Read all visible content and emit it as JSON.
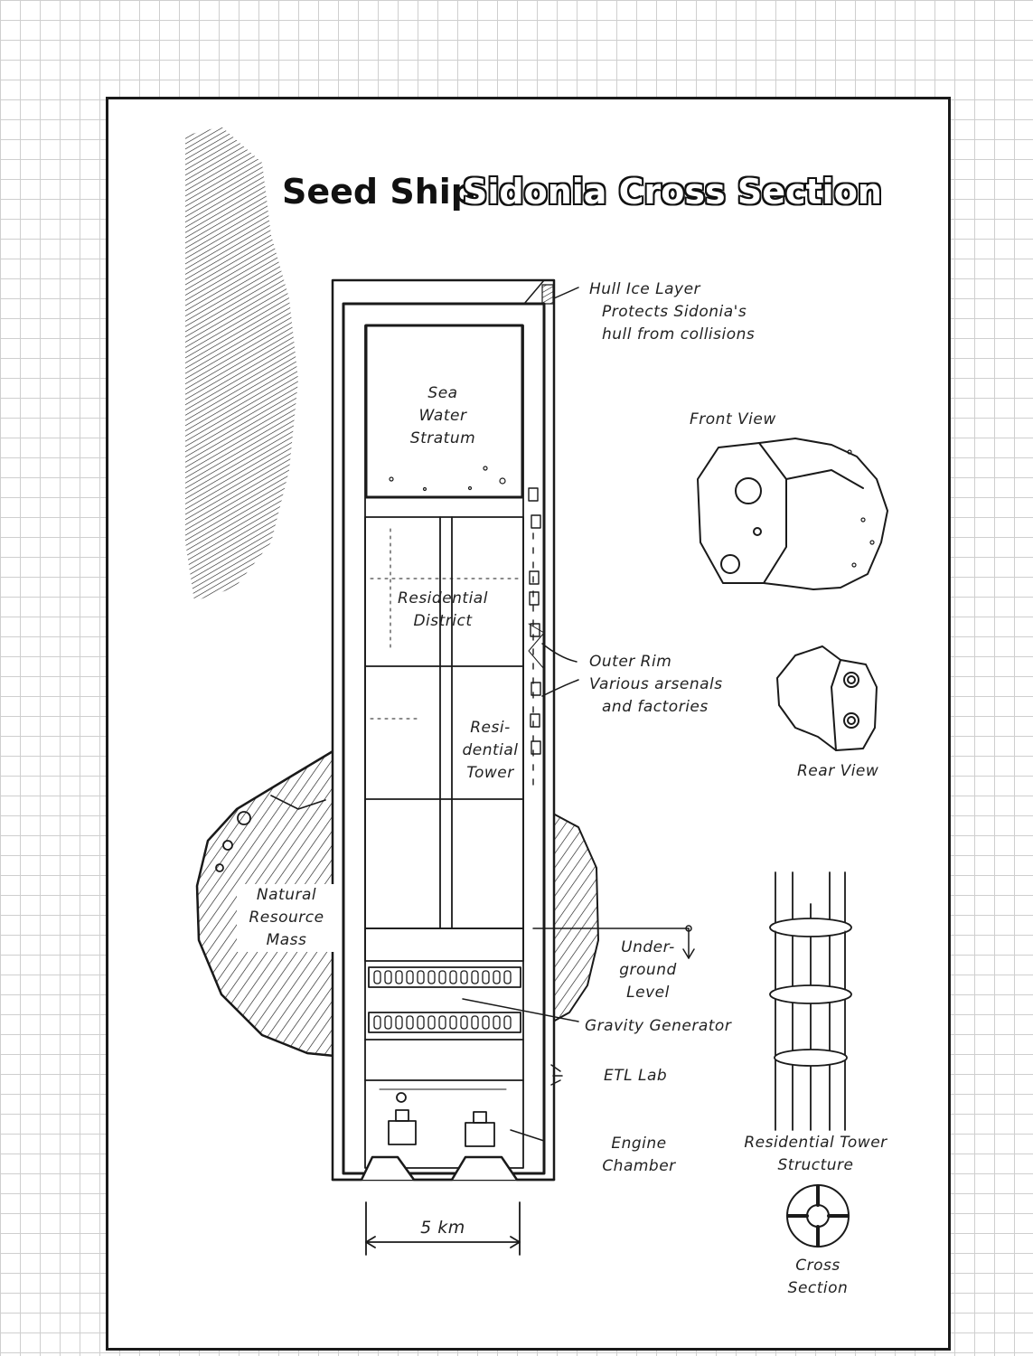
{
  "title": {
    "prefix": "Seed Ship",
    "emphasis": "Sidonia Cross Section"
  },
  "labels": {
    "sea_water": [
      "Sea",
      "Water",
      "Stratum"
    ],
    "residential_district": [
      "Residential",
      "District"
    ],
    "residential_tower": [
      "Resi-",
      "dential",
      "Tower"
    ],
    "natural_resource": [
      "Natural",
      "Resource",
      "Mass"
    ],
    "hull_ice": [
      "Hull Ice Layer",
      "Protects Sidonia's",
      "hull from collisions"
    ],
    "front_view": "Front View",
    "outer_rim": [
      "Outer Rim",
      "Various arsenals",
      "and factories"
    ],
    "rear_view": "Rear View",
    "underground": [
      "Under-",
      "ground",
      "Level"
    ],
    "gravity_generator": "Gravity Generator",
    "etl_lab": "ETL Lab",
    "engine_chamber": [
      "Engine",
      "Chamber"
    ],
    "tower_structure": [
      "Residential Tower",
      "Structure"
    ],
    "cross_section": [
      "Cross",
      "Section"
    ],
    "scale": "5 km"
  },
  "colors": {
    "ink": "#1a1a1a",
    "paper": "#ffffff",
    "grid": "#cfcfcf"
  }
}
